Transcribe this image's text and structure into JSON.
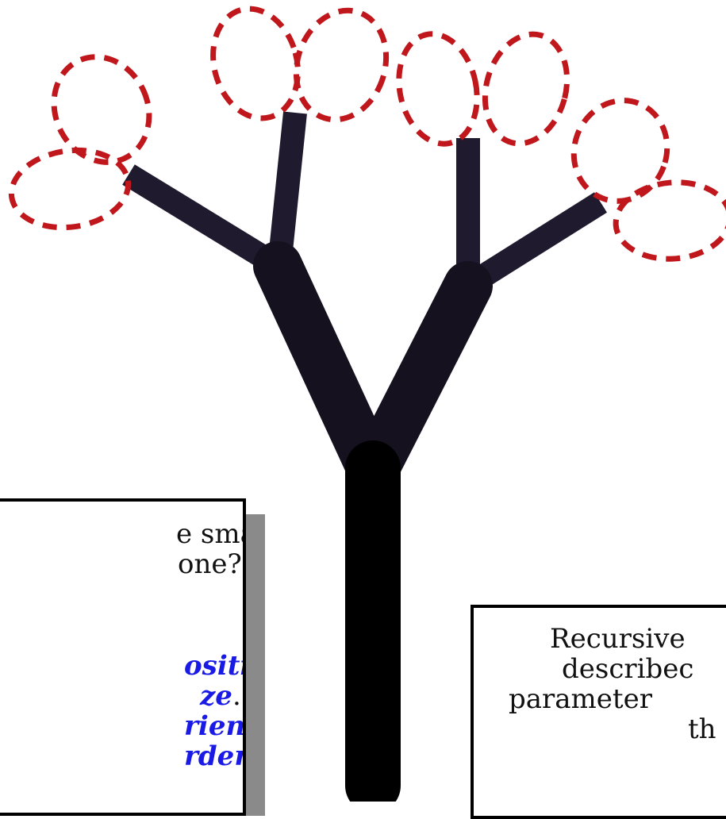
{
  "left_box": {
    "question_line1": "e smaller",
    "question_line2": "one?",
    "items": [
      {
        "keyword": "osition",
        "punct": "."
      },
      {
        "keyword": "ze",
        "punct": "."
      },
      {
        "keyword": "rientation",
        "punct": "."
      },
      {
        "keyword": "rder",
        "punct": "."
      }
    ]
  },
  "right_box": {
    "lines": [
      "Recursive",
      "describec",
      "parameter",
      "th"
    ]
  },
  "colors": {
    "trunk": "#000000",
    "branch": "#1f1a2e",
    "leaf_outline": "#c0171c",
    "keyword": "#1a1ae6"
  }
}
